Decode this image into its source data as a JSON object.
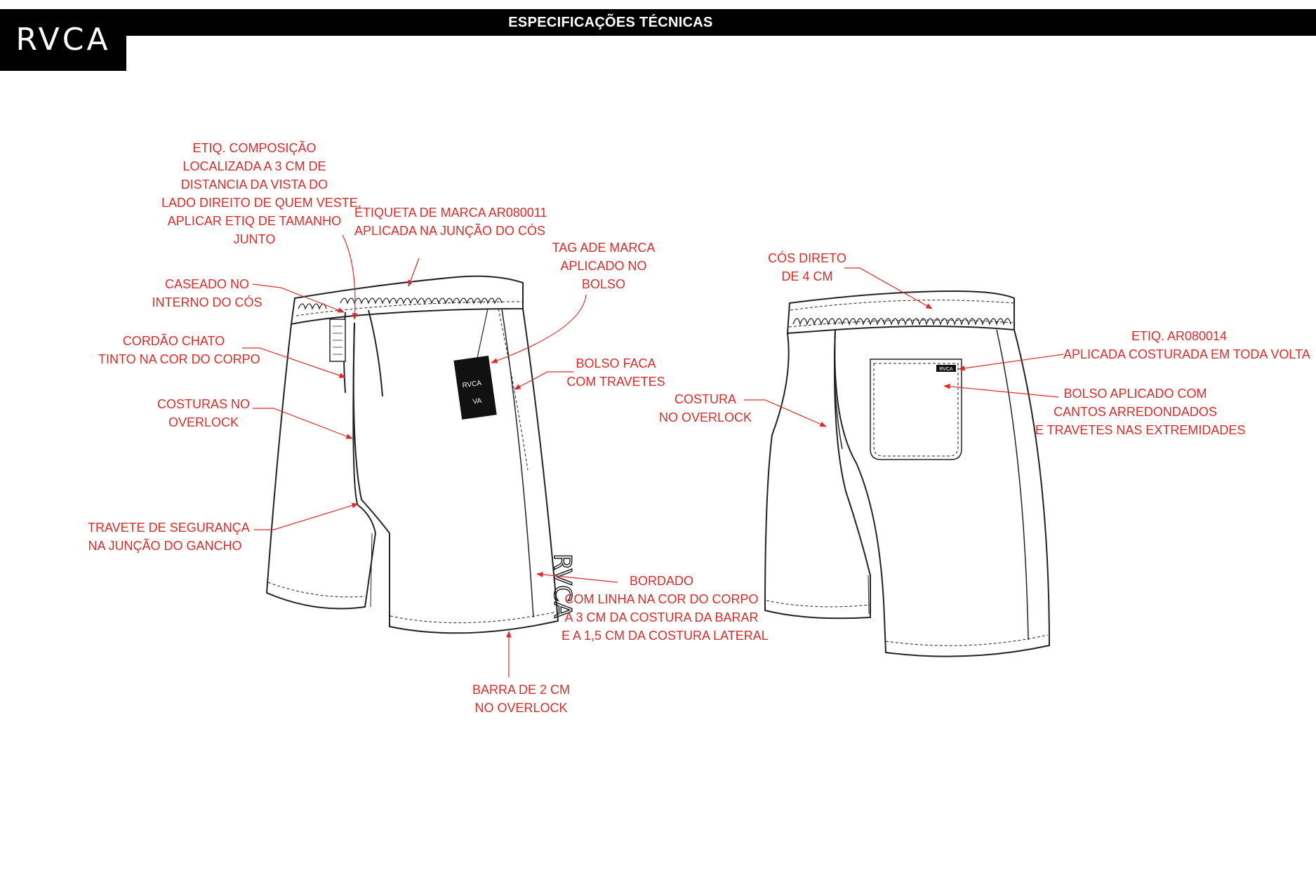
{
  "header": {
    "title": "ESPECIFICAÇÕES TÉCNICAS",
    "logo": "RVCA"
  },
  "colors": {
    "annotation": "#e02a2a",
    "line": "#222222",
    "header_bg": "#000000"
  },
  "annotations": {
    "etiq_composicao": [
      "ETIQ. COMPOSIÇÃO",
      "LOCALIZADA A 3 CM DE",
      "DISTANCIA DA VISTA DO",
      "LADO DIREITO DE QUEM VESTE,",
      "APLICAR ETIQ DE TAMANHO",
      "JUNTO"
    ],
    "etiqueta_marca": [
      "ETIQUETA DE MARCA AR080011",
      "APLICADA NA JUNÇÃO DO CÓS"
    ],
    "tag_marca": [
      "TAG ADE MARCA",
      "APLICADO NO",
      "BOLSO"
    ],
    "caseado": [
      "CASEADO NO",
      "INTERNO DO CÓS"
    ],
    "cordao": [
      "CORDÃO CHATO",
      "TINTO NA COR DO CORPO"
    ],
    "costuras": [
      "COSTURAS NO",
      "OVERLOCK"
    ],
    "bolso_faca": [
      "BOLSO FACA",
      "COM TRAVETES"
    ],
    "travete": [
      "TRAVETE DE SEGURANÇA",
      "NA JUNÇÃO DO GANCHO"
    ],
    "bordado": [
      "BORDADO",
      "COM LINHA NA COR DO CORPO",
      "A 3 CM DA COSTURA DA BARAR",
      "E A 1,5 CM DA COSTURA LATERAL"
    ],
    "barra": [
      "BARRA DE 2 CM",
      "NO OVERLOCK"
    ],
    "cos_direto": [
      "CÓS DIRETO",
      "DE 4 CM"
    ],
    "etiq_ar080014": [
      "ETIQ. AR080014",
      "APLICADA COSTURADA EM TODA VOLTA"
    ],
    "bolso_aplicado": [
      "BOLSO APLICADO COM",
      "CANTOS ARREDONDADOS",
      "E TRAVETES NAS EXTREMIDADES"
    ],
    "costura_back": [
      "COSTURA",
      "NO OVERLOCK"
    ]
  },
  "drawing_text": {
    "embroidery": "RVCA",
    "hangtag_brand": "RVCA",
    "hangtag_symbol": "VA",
    "back_label": "RVCA"
  }
}
